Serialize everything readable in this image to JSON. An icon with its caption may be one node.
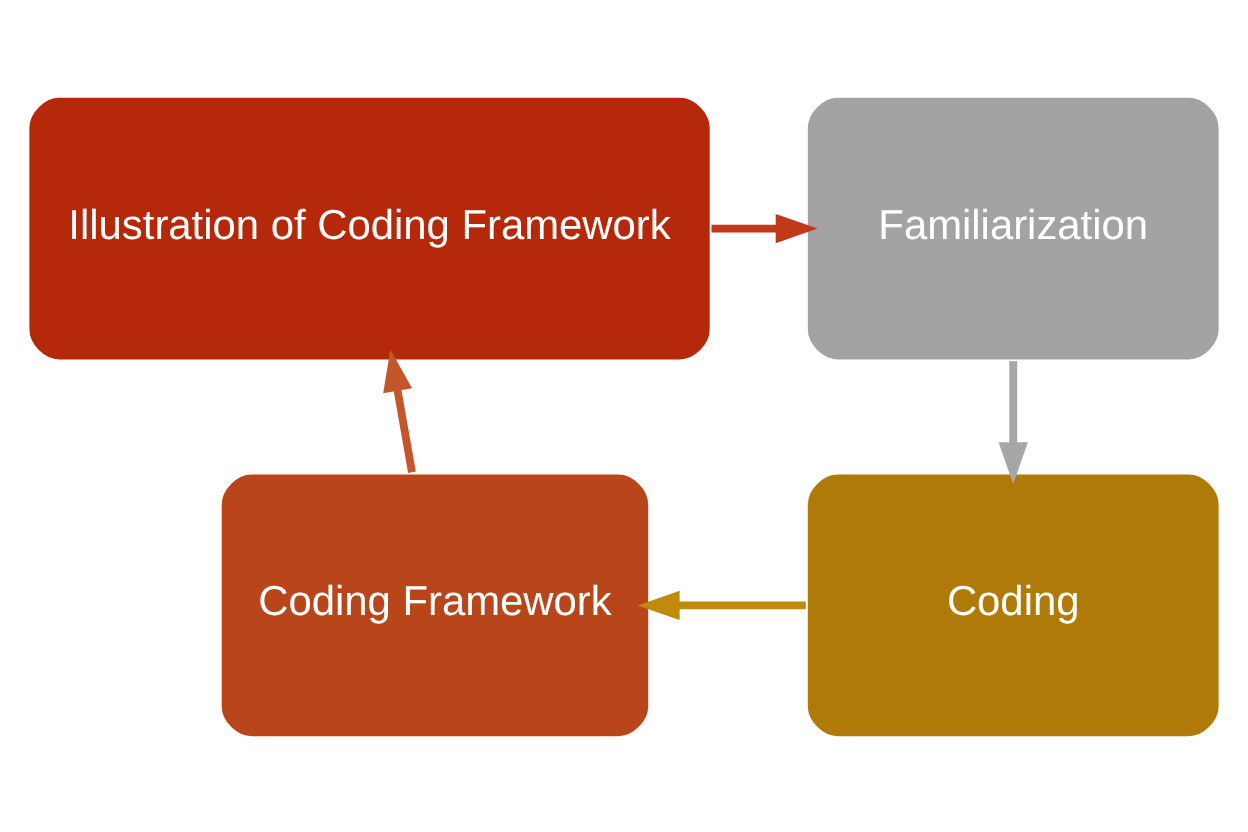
{
  "diagram": {
    "nodes": [
      {
        "text": [
          "Illustration of Coding Framework"
        ]
      },
      {
        "text": [
          "Familiarization"
        ]
      },
      {
        "text": [
          "Coding Framework"
        ]
      },
      {
        "text": [
          "Coding"
        ]
      }
    ],
    "edges": [
      {
        "from": 0,
        "to": 1,
        "arrow": "to",
        "color": "#c0391b"
      },
      {
        "from": 1,
        "to": 3,
        "arrow": "to",
        "color": "#a6a6a6"
      },
      {
        "from": 3,
        "to": 2,
        "arrow": "to",
        "color": "#c08a0c"
      },
      {
        "from": 2,
        "to": 0,
        "arrow": "to",
        "color": "#c4562a"
      }
    ]
  }
}
